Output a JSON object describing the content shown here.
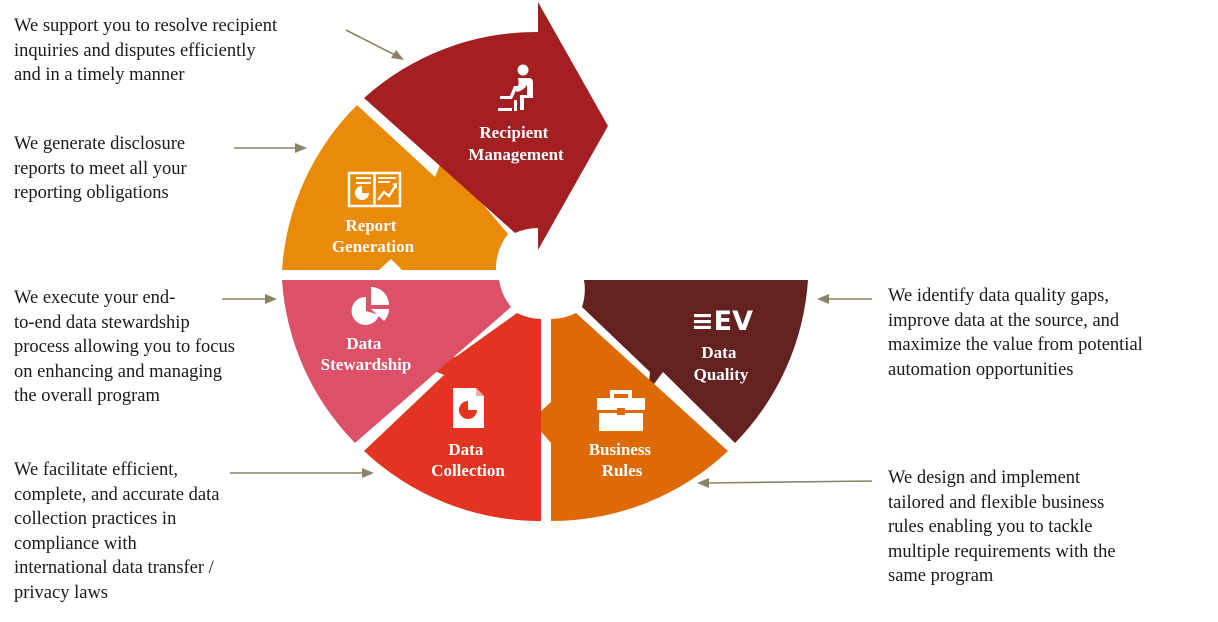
{
  "segments": [
    {
      "id": "recipient-management",
      "lines": [
        "Recipient",
        "Management"
      ],
      "color": "#a31f22",
      "icon": "person-at-laptop-icon"
    },
    {
      "id": "report-generation",
      "lines": [
        "Report",
        "Generation"
      ],
      "color": "#ea8a09",
      "icon": "report-chart-icon"
    },
    {
      "id": "data-stewardship",
      "lines": [
        "Data",
        "Stewardship"
      ],
      "color": "#dc5068",
      "icon": "pie-chart-icon"
    },
    {
      "id": "data-collection",
      "lines": [
        "Data",
        "Collection"
      ],
      "color": "#e23420",
      "icon": "document-chart-icon"
    },
    {
      "id": "business-rules",
      "lines": [
        "Business",
        "Rules"
      ],
      "color": "#dd6a07",
      "icon": "briefcase-icon"
    },
    {
      "id": "data-quality",
      "lines": [
        "Data",
        "Quality"
      ],
      "color": "#632120",
      "icon": "equals-ev-icon"
    }
  ],
  "descriptions": {
    "recipient_management": "We support you to resolve recipient\ninquiries and disputes efficiently\nand in a timely manner",
    "report_generation": "We generate disclosure\nreports to meet all your\nreporting obligations",
    "data_stewardship": "We execute your end-\nto-end data stewardship\n process allowing you to focus\non enhancing and managing\nthe overall program",
    "data_collection": "We facilitate efficient,\ncomplete, and accurate data\ncollection practices in\ncompliance with\ninternational data transfer /\nprivacy laws",
    "data_quality": "We identify data quality gaps,\nimprove data at the source, and\nmaximize the value from potential\nautomation opportunities",
    "business_rules": "We design and implement\ntailored and flexible business\nrules enabling you to tackle\nmultiple requirements with the\nsame program"
  },
  "icon_text": {
    "data_quality": "≡EV"
  },
  "colors": {
    "arrow": "#8a8467",
    "text": "#1a1a1a",
    "white": "#ffffff"
  }
}
